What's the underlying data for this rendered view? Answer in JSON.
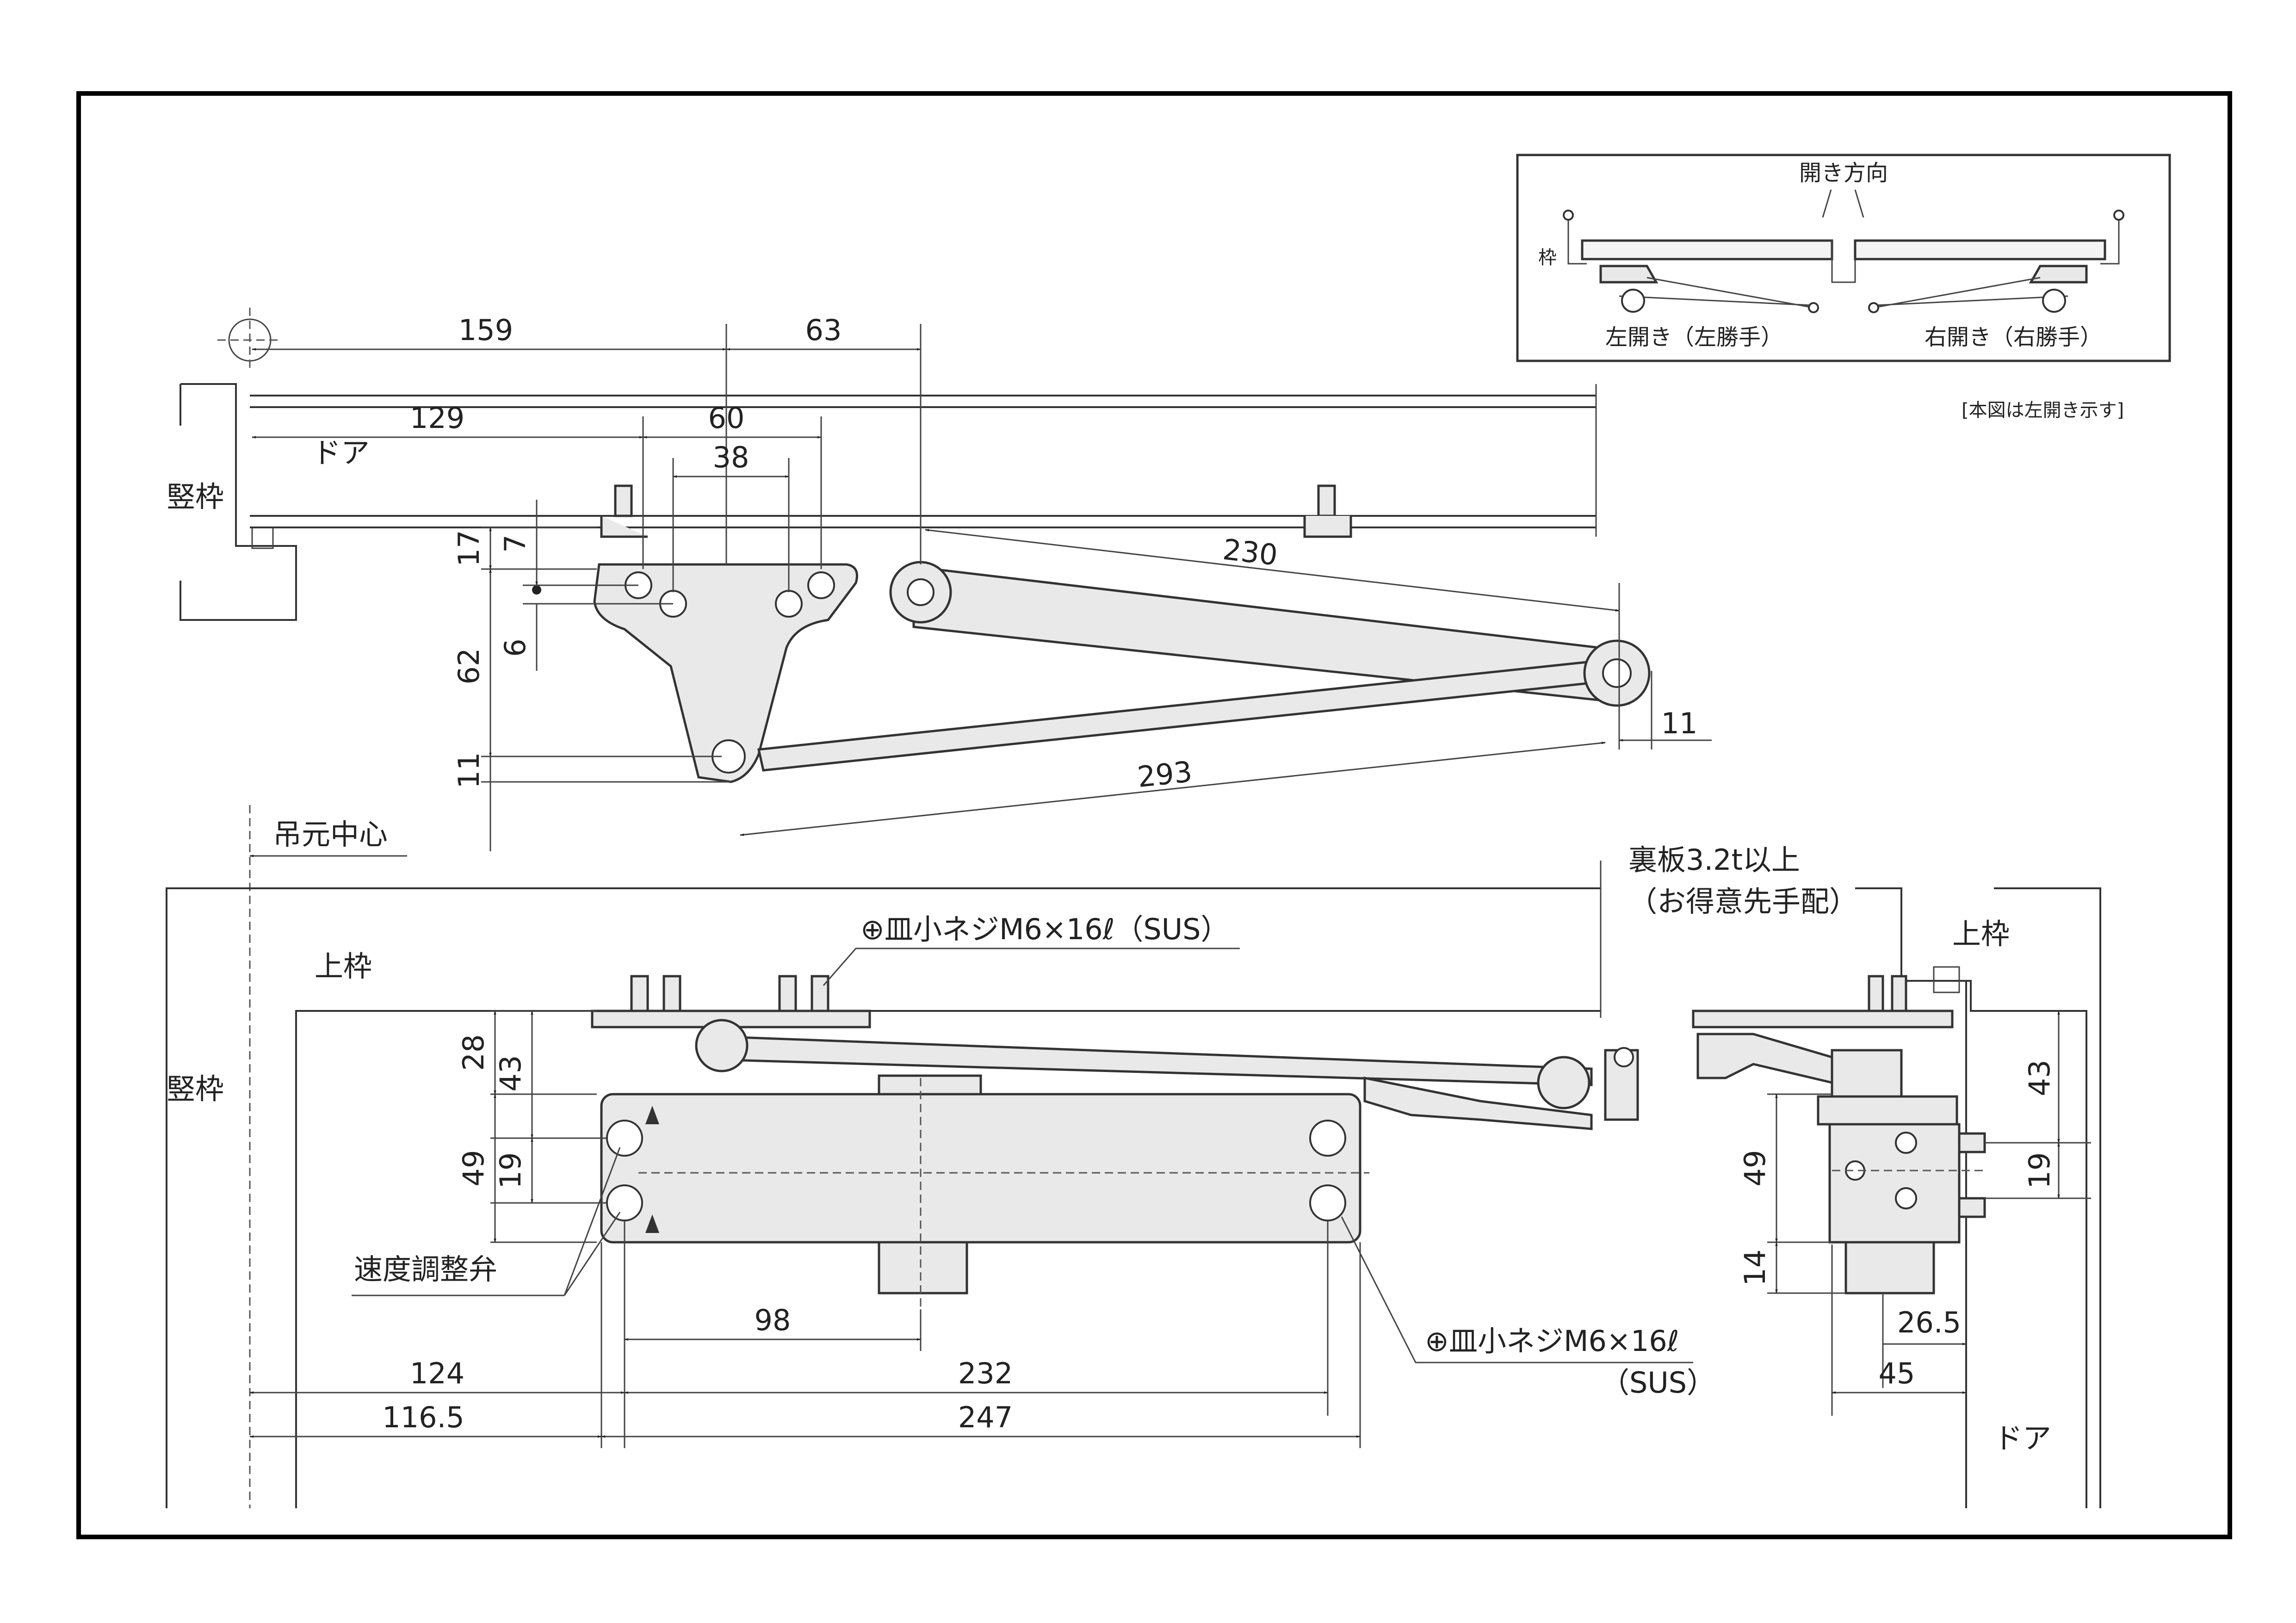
{
  "colors": {
    "line": "#333333",
    "part_fill": "#e9e9e9",
    "frame": "#000000"
  },
  "inset": {
    "direction_label": "開き方向",
    "frame_label": "枠",
    "left_caption": "左開き（左勝手）",
    "right_caption": "右開き（右勝手）"
  },
  "note": "[本図は左開き示す]",
  "top_view": {
    "frame_label": "竪枠",
    "door_label": "ドア",
    "dims": {
      "d159": "159",
      "d63": "63",
      "d129": "129",
      "d60": "60",
      "d38": "38",
      "d17": "17",
      "d7": "7",
      "d6": "6",
      "d62": "62",
      "d11_left": "11",
      "d230": "230",
      "d293": "293",
      "d11_right": "11"
    }
  },
  "front_view": {
    "hinge_center": "吊元中心",
    "upper_frame": "上枠",
    "side_frame": "竪枠",
    "screw_top": "⊕皿小ネジM6×16ℓ（SUS）",
    "screw_bottom_1": "⊕皿小ネジM6×16ℓ",
    "screw_bottom_2": "（SUS）",
    "valve_label": "速度調整弁",
    "backing_plate_1": "裏板3.2t以上",
    "backing_plate_2": "（お得意先手配）",
    "dims": {
      "d28": "28",
      "d43": "43",
      "d49": "49",
      "d19": "19",
      "d98": "98",
      "d124": "124",
      "d232": "232",
      "d1165": "116.5",
      "d247": "247"
    }
  },
  "side_view": {
    "upper_frame": "上枠",
    "door_label": "ドア",
    "dims": {
      "d43": "43",
      "d19": "19",
      "d49": "49",
      "d14": "14",
      "d265": "26.5",
      "d45": "45"
    }
  }
}
